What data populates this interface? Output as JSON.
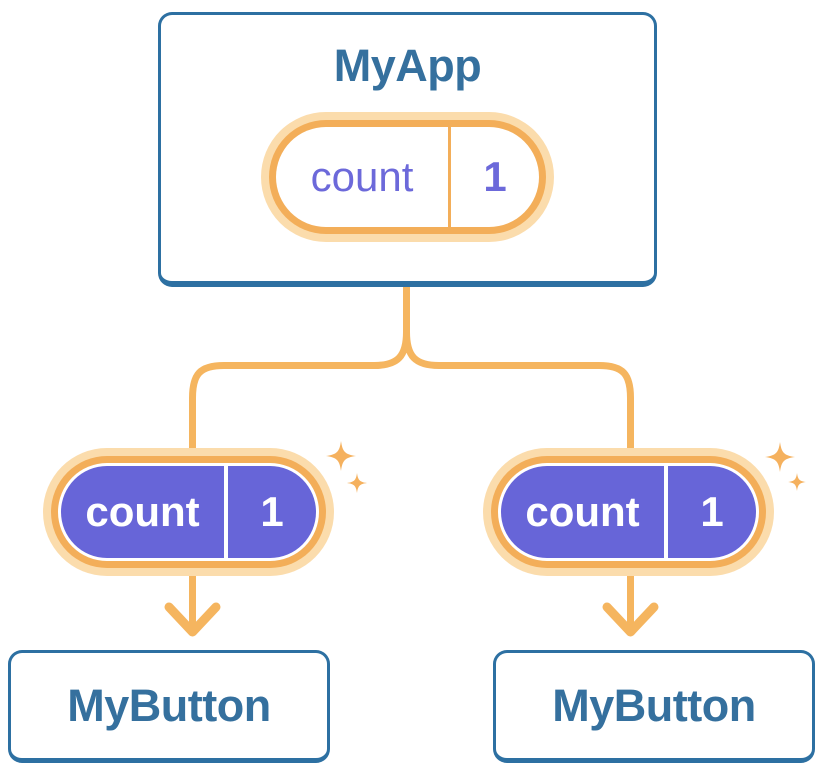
{
  "diagram": {
    "description": "Component tree diagram: parent component sharing state with two children",
    "colors": {
      "card_border_blue": "#2D70A2",
      "title_text_blue": "#35709E",
      "connector_orange": "#F5B55F",
      "pill_ring_orange": "#F3AE59",
      "pill_glow_light_orange": "#FBDCAC",
      "pill_purple": "#6765D8",
      "pill_text_purple": "#6C69DA",
      "sparkle_orange": "#F5B15E"
    },
    "root": {
      "title": "MyApp",
      "state": {
        "label": "count",
        "value": "1"
      }
    },
    "children": [
      {
        "title": "MyButton",
        "state": {
          "label": "count",
          "value": "1"
        }
      },
      {
        "title": "MyButton",
        "state": {
          "label": "count",
          "value": "1"
        }
      }
    ]
  }
}
